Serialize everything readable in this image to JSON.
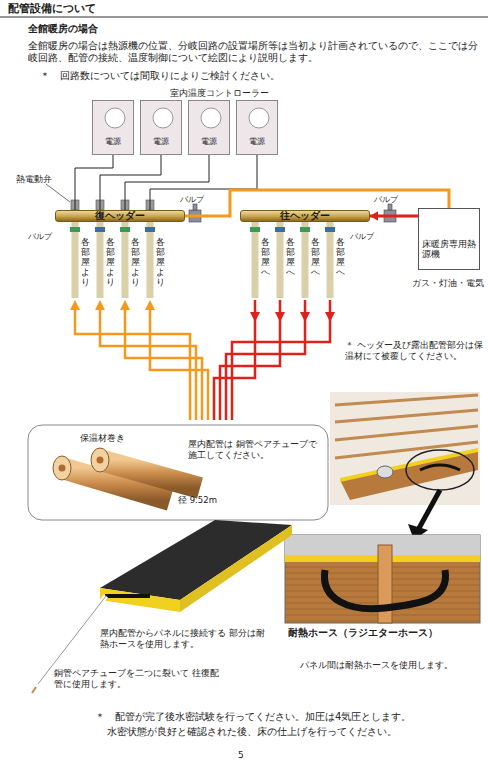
{
  "diagram": {
    "title": "配管設備について",
    "nodes": [
      {
        "text": [
          "電源"
        ]
      },
      {
        "text": [
          "電源"
        ]
      },
      {
        "text": [
          "電源"
        ]
      },
      {
        "text": [
          "電源"
        ]
      },
      {
        "text": [
          "復ヘッダー"
        ]
      },
      {
        "text": [
          "往ヘッダー"
        ]
      },
      {
        "text": [
          "床暖房専用熱源機"
        ]
      },
      {
        "text": [
          "保温材巻き",
          "屋内配管は 銅管ペアチューブで施工してください。",
          "径 9.52m"
        ]
      }
    ],
    "edges": [
      {
        "from": 0,
        "to": 4,
        "arrow": "none"
      },
      {
        "from": 1,
        "to": 4,
        "arrow": "none"
      },
      {
        "from": 2,
        "to": 4,
        "arrow": "none"
      },
      {
        "from": 3,
        "to": 4,
        "arrow": "none"
      },
      {
        "from": 4,
        "to": 6,
        "arrow": "none"
      },
      {
        "from": 6,
        "to": 5,
        "arrow": "to"
      }
    ],
    "labels": [
      "全館暖房の場合",
      "全館暖房の場合は熱源機の位置、分岐回路の設置場所等は当初より計画されているので、ここでは分岐回路、配管の接続、温度制御について絵図により説明します。",
      "＊　回路数については間取りによりご検討ください。",
      "室内温度コントローラー",
      "熱電動弁",
      "バルブ",
      "バルブ",
      "バルブ",
      "バルブ",
      "各部屋より",
      "各部屋より",
      "各部屋より",
      "各部屋より",
      "各部屋へ",
      "各部屋へ",
      "各部屋へ",
      "各部屋へ",
      "ガス・灯油・電気",
      "＊ ヘッダー及び露出配管部分は保温材にて被覆してください。",
      "屋内配管からパネルに接続する 部分は耐熱ホースを使用します。",
      "銅管ペアチューブを二つに裂いて 往復配管に使用します。",
      "耐熱ホース（ラジエターホース）",
      "パネル間は耐熱ホースを使用します。",
      "＊　配管が完了後水密試験を行ってください。加圧は4気圧とします。",
      "水密状態が良好と確認された後、床の仕上げを行ってください。",
      "5"
    ]
  }
}
